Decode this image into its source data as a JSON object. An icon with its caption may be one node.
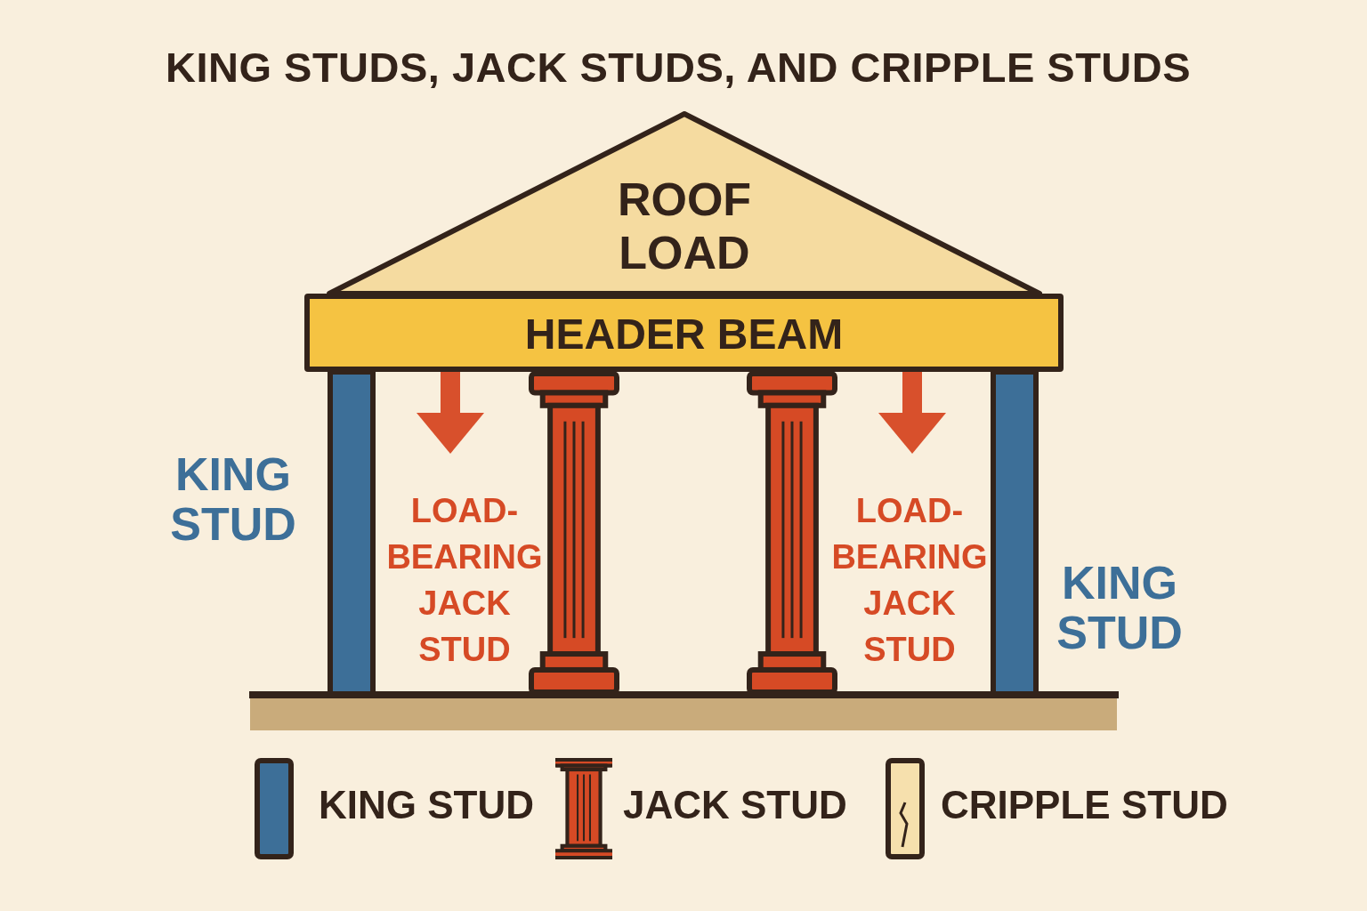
{
  "diagram": {
    "title": "KING STUDS, JACK STUDS, AND CRIPPLE STUDS",
    "nodes": [
      {
        "text": [
          "ROOF LOAD"
        ]
      },
      {
        "text": [
          "HEADER BEAM"
        ]
      }
    ],
    "labels": [
      "KING STUD",
      "LOAD-BEARING JACK STUD",
      "LOAD-BEARING JACK STUD",
      "KING STUD"
    ],
    "legend": [
      {
        "text": "KING STUD"
      },
      {
        "text": "JACK STUD"
      },
      {
        "text": "CRIPPLE STUD"
      }
    ]
  }
}
